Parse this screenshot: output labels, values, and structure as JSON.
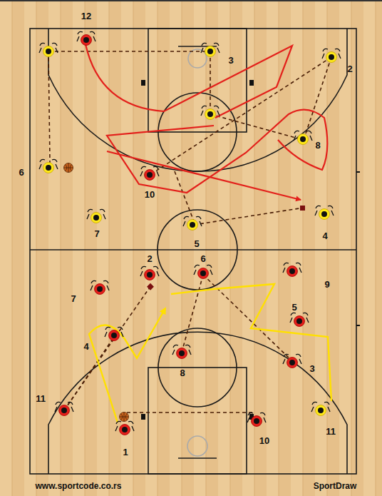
{
  "diagram": {
    "labels": [
      "12",
      "3",
      "2",
      "8",
      "6",
      "10",
      "7",
      "5",
      "4",
      "2",
      "6",
      "7",
      "9",
      "4",
      "5",
      "8",
      "3",
      "11",
      "1",
      "10",
      "11",
      "www.sportcode.co.rs",
      "SportDraw"
    ]
  }
}
